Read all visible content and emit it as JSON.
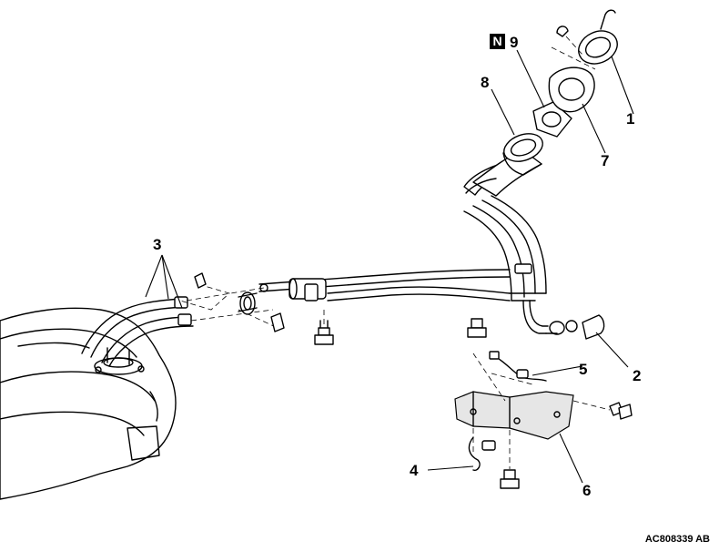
{
  "callouts": {
    "c1": "1",
    "c2": "2",
    "c3": "3",
    "c4": "4",
    "c5": "5",
    "c6": "6",
    "c7": "7",
    "c8": "8",
    "c9": "9"
  },
  "badge": "N",
  "figure_code": "AC808339 AB"
}
